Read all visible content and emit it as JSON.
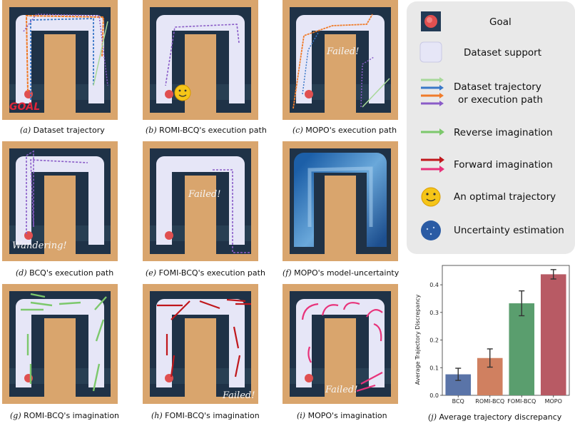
{
  "panels": [
    {
      "id": "a",
      "letter": "(a)",
      "caption": "Dataset trajectory"
    },
    {
      "id": "b",
      "letter": "(b)",
      "caption": "ROMI-BCQ's execution path"
    },
    {
      "id": "c",
      "letter": "(c)",
      "caption": "MOPO's execution path"
    },
    {
      "id": "d",
      "letter": "(d)",
      "caption": "BCQ's execution path"
    },
    {
      "id": "e",
      "letter": "(e)",
      "caption": "FOMI-BCQ's execution path"
    },
    {
      "id": "f",
      "letter": "(f)",
      "caption": "MOPO's model-uncertainty"
    },
    {
      "id": "g",
      "letter": "(g)",
      "caption": "ROMI-BCQ's imagination"
    },
    {
      "id": "h",
      "letter": "(h)",
      "caption": "FOMI-BCQ's imagination"
    },
    {
      "id": "i",
      "letter": "(i)",
      "caption": "MOPO's imagination"
    },
    {
      "id": "j",
      "letter": "(j)",
      "caption": "Average trajectory discrepancy"
    }
  ],
  "annotations": {
    "goal": "GOAL",
    "failed": "Failed!",
    "wandering": "Wandering!"
  },
  "legend": {
    "goal": "Goal",
    "dataset_support": "Dataset support",
    "trajectory_line1": "Dataset trajectory",
    "trajectory_line2": "or execution path",
    "reverse": "Reverse imagination",
    "forward": "Forward imagination",
    "optimal": "An optimal trajectory",
    "uncertainty": "Uncertainty estimation",
    "icons": [
      "goal-icon",
      "dataset-support-icon",
      "trajectory-arrows-icon",
      "reverse-arrow-icon",
      "forward-arrows-icon",
      "smiley-icon",
      "uncertainty-icon"
    ]
  },
  "colors": {
    "maze_wall": "#d9a56d",
    "maze_floor": "#1f3247",
    "support": "#e6e6f7",
    "dataset_green": "#a8d89a",
    "dataset_blue": "#3a78c8",
    "dataset_orange": "#f07c2a",
    "dataset_purple": "#8a5cc8",
    "reverse": "#7cc86c",
    "forward_dark": "#c0171c",
    "forward_pink": "#e8327a",
    "goal": "#e05050",
    "bar_bcq": "#5a74a8",
    "bar_romi": "#d08060",
    "bar_fomi": "#5a9e6e",
    "bar_mopo": "#b85a64"
  },
  "chart_data": {
    "type": "bar",
    "categories": [
      "BCQ",
      "ROMI-BCQ",
      "FOMI-BCQ",
      "MOPO"
    ],
    "values": [
      0.076,
      0.135,
      0.333,
      0.438
    ],
    "errors": [
      0.022,
      0.033,
      0.045,
      0.017
    ],
    "ylabel": "Average Trajectory Discrepancy",
    "ylim": [
      0,
      0.47
    ],
    "yticks": [
      "0.0",
      "0.1",
      "0.2",
      "0.3",
      "0.4"
    ],
    "grid": false
  }
}
